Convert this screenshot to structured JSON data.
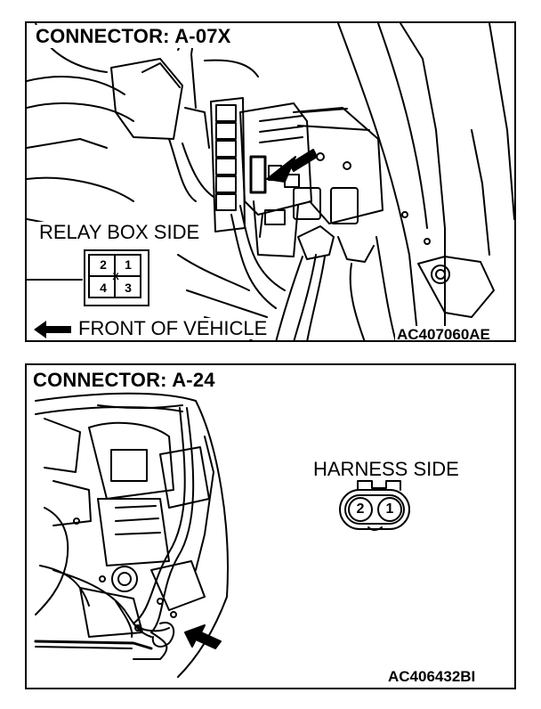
{
  "top": {
    "title": "CONNECTOR: A-07X",
    "side_label": "RELAY BOX SIDE",
    "front_label": "FRONT OF VEHICLE",
    "code": "AC407060AE",
    "pins": {
      "p2": "2",
      "p1": "1",
      "p4": "4",
      "p3": "3",
      "center": "X"
    }
  },
  "bottom": {
    "title": "CONNECTOR: A-24",
    "side_label": "HARNESS SIDE",
    "code": "AC406432BI",
    "pins": {
      "p2": "2",
      "p1": "1"
    }
  }
}
